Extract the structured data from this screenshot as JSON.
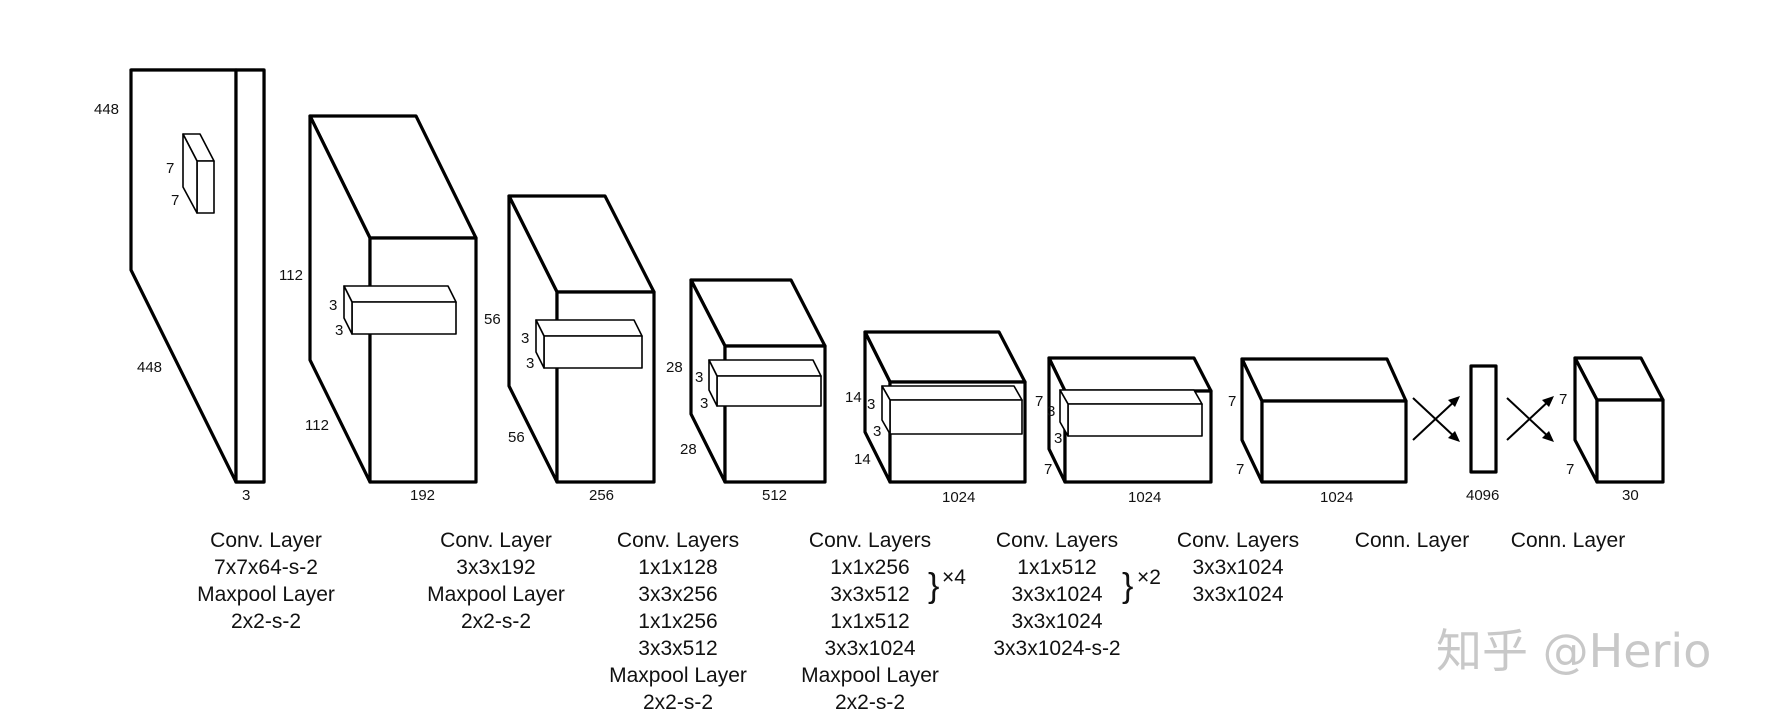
{
  "layers": [
    {
      "id": "input",
      "dims": [
        "448",
        "448",
        "3"
      ],
      "kernel": [
        "7",
        "7"
      ],
      "caption": [
        "Conv. Layer",
        "7x7x64-s-2",
        "Maxpool Layer",
        "2x2-s-2"
      ]
    },
    {
      "id": "conv2",
      "dims": [
        "112",
        "112",
        "192"
      ],
      "kernel": [
        "3",
        "3"
      ],
      "caption": [
        "Conv. Layer",
        "3x3x192",
        "Maxpool Layer",
        "2x2-s-2"
      ]
    },
    {
      "id": "conv3",
      "dims": [
        "56",
        "56",
        "256"
      ],
      "kernel": [
        "3",
        "3"
      ],
      "caption": [
        "Conv. Layers",
        "1x1x128",
        "3x3x256",
        "1x1x256",
        "3x3x512",
        "Maxpool Layer",
        "2x2-s-2"
      ]
    },
    {
      "id": "conv4",
      "dims": [
        "28",
        "28",
        "512"
      ],
      "kernel": [
        "3",
        "3"
      ],
      "caption": [
        "Conv. Layers",
        "1x1x256",
        "3x3x512",
        "1x1x512",
        "3x3x1024",
        "Maxpool Layer",
        "2x2-s-2"
      ],
      "repeat": "×4"
    },
    {
      "id": "conv5",
      "dims": [
        "14",
        "14",
        "1024"
      ],
      "kernel": [
        "3",
        "3"
      ],
      "caption": [
        "Conv. Layers",
        "1x1x512",
        "3x3x1024",
        "3x3x1024",
        "3x3x1024-s-2"
      ],
      "repeat": "×2"
    },
    {
      "id": "conv6",
      "dims": [
        "7",
        "7",
        "1024"
      ],
      "kernel": [
        "3",
        "3"
      ],
      "caption": [
        "Conv. Layers",
        "3x3x1024",
        "3x3x1024"
      ]
    },
    {
      "id": "fc7",
      "dims": [
        "7",
        "7",
        "1024"
      ],
      "caption": [
        "Conn. Layer"
      ]
    },
    {
      "id": "fc8",
      "dims": [
        "4096"
      ],
      "caption": [
        "Conn. Layer"
      ]
    },
    {
      "id": "output",
      "dims": [
        "7",
        "7",
        "30"
      ]
    }
  ],
  "watermark": "知乎 @Herio"
}
